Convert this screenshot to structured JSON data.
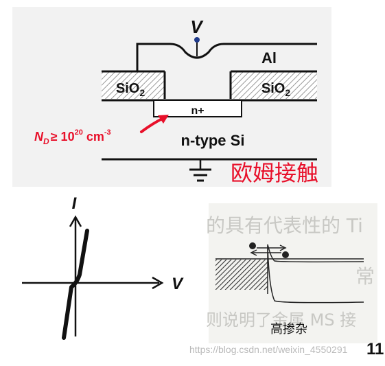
{
  "device": {
    "terminal_label": "V",
    "metal_label": "Al",
    "oxide_left_label": "SiO",
    "oxide_left_sub": "2",
    "oxide_right_label": "SiO",
    "oxide_right_sub": "2",
    "doped_region_label": "n+",
    "substrate_label": "n-type Si",
    "doping_condition": {
      "symbol": "N",
      "sub": "D",
      "relation": "≥ 10",
      "exponent": "20",
      "unit": " cm",
      "unit_exponent": "-3"
    },
    "contact_title": "欧姆接触"
  },
  "iv_plot": {
    "y_axis_label": "I",
    "x_axis_label": "V"
  },
  "band_diagram": {
    "caption": "高掺杂",
    "bg_text_top": "的具有代表性的 Ti",
    "bg_text_mid": "常",
    "bg_text_bottom": "则说明了金属 MS 接"
  },
  "watermark": "https://blog.csdn.net/weixin_4550291",
  "page_number": "11",
  "colors": {
    "accent_red": "#e8102a",
    "ink": "#111111",
    "panel_bg": "#f2f2f2",
    "scan_bg": "#f3f3f0"
  }
}
